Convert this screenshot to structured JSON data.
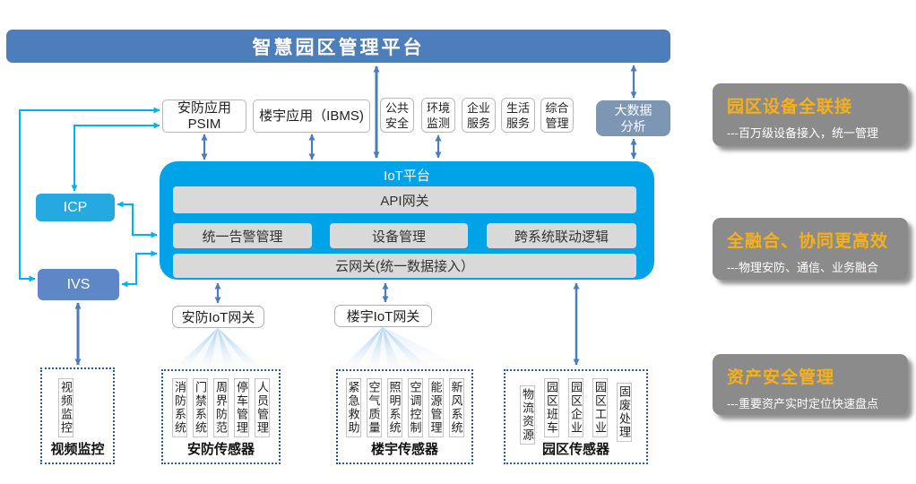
{
  "banner": {
    "title": "智慧园区管理平台"
  },
  "apps": {
    "psim": {
      "l1": "安防应用",
      "l2": "PSIM"
    },
    "ibms": "楼宇应用（IBMS)",
    "small": [
      {
        "l1": "公共",
        "l2": "安全"
      },
      {
        "l1": "环境",
        "l2": "监测"
      },
      {
        "l1": "企业",
        "l2": "服务"
      },
      {
        "l1": "生活",
        "l2": "服务"
      },
      {
        "l1": "综合",
        "l2": "管理"
      }
    ],
    "bigdata": {
      "l1": "大数据",
      "l2": "分析"
    }
  },
  "left": {
    "icp": "ICP",
    "ivs": "IVS"
  },
  "iot": {
    "title": "IoT平台",
    "api": "API网关",
    "row": [
      "统一告警管理",
      "设备管理",
      "跨系统联动逻辑"
    ],
    "cloud": "云网关(统一数据接入）"
  },
  "gateways": {
    "anfang": "安防IoT网关",
    "louyu": "楼宇IoT网关"
  },
  "sensors": {
    "video": {
      "column": "视频监控",
      "label": "视频监控"
    },
    "anfang": {
      "items": [
        "消防系统",
        "门禁系统",
        "周界防范",
        "停车管理",
        "人员管理"
      ],
      "label": "安防传感器"
    },
    "louyu": {
      "items": [
        "紧急救助",
        "空气质量",
        "照明系统",
        "空调控制",
        "能源管理",
        "新风系统"
      ],
      "label": "楼宇传感器"
    },
    "yuanqu": {
      "items": [
        "物流资源",
        "园区班车",
        "园区企业",
        "园区工业",
        "固废处理"
      ],
      "label": "园区传感器"
    }
  },
  "benefits": [
    {
      "title": "园区设备全联接",
      "desc": "---百万级设备接入，统一管理"
    },
    {
      "title": "全融合、协同更高效",
      "desc": "---物理安防、通信、业务融合"
    },
    {
      "title": "资产安全管理",
      "desc": "---重要资产实时定位快速盘点"
    }
  ],
  "colors": {
    "banner_blue": "#4d7dba",
    "iot_cyan": "#00a2e8",
    "icp_cyan": "#25a9e0",
    "ivs_blue": "#5d87c6",
    "bigdata_slate": "#7d96b4",
    "panel_gray": "#8b8b8b",
    "benefit_orange": "#f9b018",
    "arrow_blue": "#4a7cbe",
    "arrow_cyan": "#00b0f0",
    "bar_gray": "#d9d9d9"
  }
}
